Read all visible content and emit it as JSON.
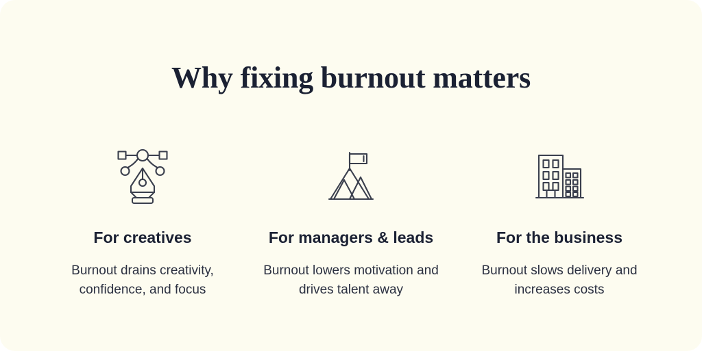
{
  "slide": {
    "title": "Why fixing burnout matters",
    "background_color": "#fdfcf0",
    "title_color": "#1b2133",
    "icon_color": "#3a3f4d",
    "body_color": "#2b3040"
  },
  "columns": [
    {
      "icon": "pen-tool-icon",
      "heading": "For creatives",
      "body": "Burnout drains creativity, confidence, and focus"
    },
    {
      "icon": "mountain-flag-icon",
      "heading": "For managers & leads",
      "body": "Burnout lowers motivation and drives talent away"
    },
    {
      "icon": "office-building-icon",
      "heading": "For the business",
      "body": "Burnout slows delivery and increases costs"
    }
  ]
}
